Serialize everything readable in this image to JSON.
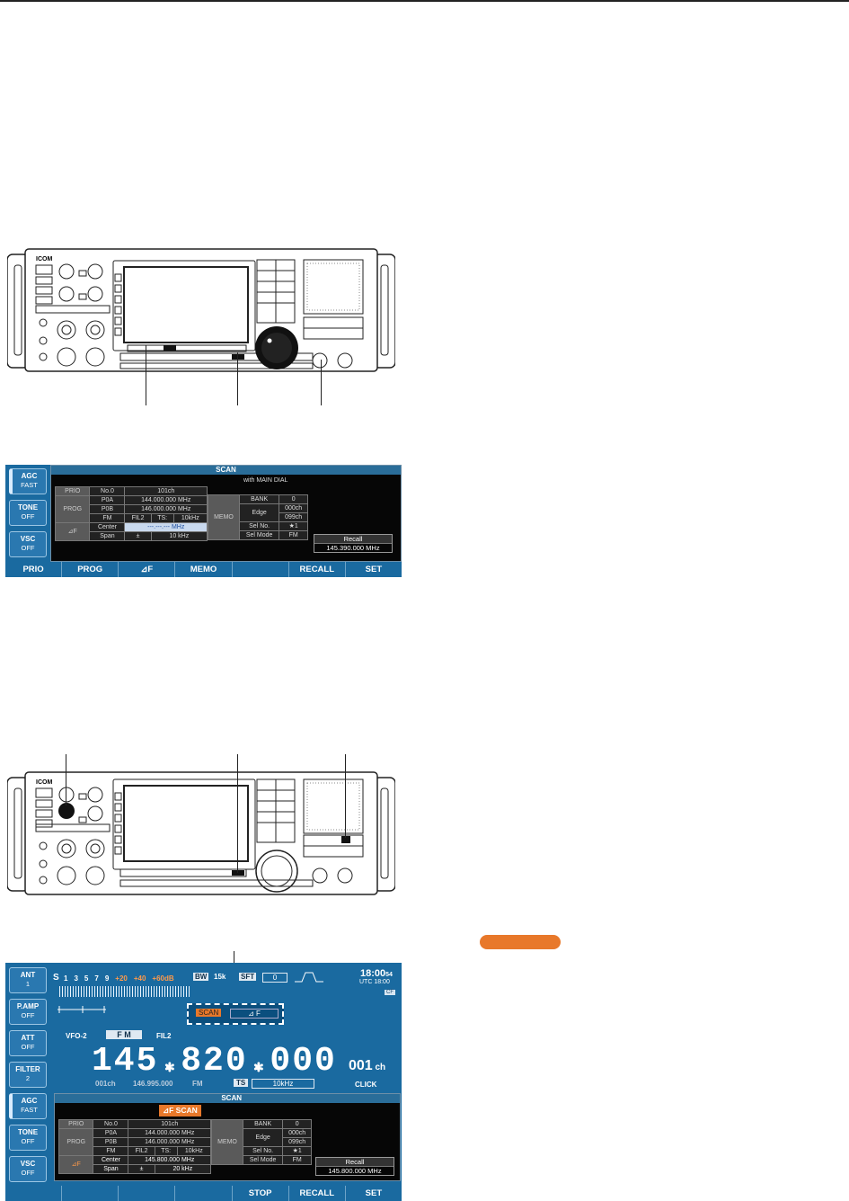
{
  "device": {
    "brand": "ICOM"
  },
  "screen1": {
    "side_buttons": [
      {
        "label": "AGC",
        "value": "FAST"
      },
      {
        "label": "TONE",
        "value": "OFF"
      },
      {
        "label": "VSC",
        "value": "OFF"
      }
    ],
    "title": "SCAN",
    "with_main_dial": "with MAIN DIAL",
    "prio": {
      "label": "PRIO",
      "no_label": "No.0",
      "ch": "101ch"
    },
    "prog": {
      "label": "PROG",
      "p0a_label": "P0A",
      "p0a": "144.000.000 MHz",
      "p0b_label": "P0B",
      "p0b": "146.000.000 MHz",
      "mode": "FM",
      "fil": "FIL2",
      "ts_label": "TS:",
      "ts": "10kHz"
    },
    "memo": {
      "label": "MEMO",
      "bank_label": "BANK",
      "bank": "0",
      "edge_label": "Edge",
      "edge1": "000ch",
      "edge2": "099ch",
      "sel_no_label": "Sel No.",
      "sel_no": "★1",
      "sel_mode_label": "Sel Mode",
      "sel_mode": "FM"
    },
    "df": {
      "label": "⊿F",
      "center_label": "Center",
      "center": "---.---.--- MHz",
      "span_label": "Span",
      "span_pm": "±",
      "span": "10 kHz"
    },
    "recall": {
      "label": "Recall",
      "freq": "145.390.000 MHz"
    },
    "fn_keys": [
      "PRIO",
      "PROG",
      "⊿F",
      "MEMO",
      "",
      "RECALL",
      "SET"
    ]
  },
  "screen2": {
    "side_buttons": [
      {
        "label": "ANT",
        "value": "1"
      },
      {
        "label": "P.AMP",
        "value": "OFF"
      },
      {
        "label": "ATT",
        "value": "OFF"
      },
      {
        "label": "FILTER",
        "value": "2"
      },
      {
        "label": "AGC",
        "value": "FAST"
      },
      {
        "label": "TONE",
        "value": "OFF"
      },
      {
        "label": "VSC",
        "value": "OFF"
      }
    ],
    "s_meter": {
      "label": "S",
      "ticks": [
        "1",
        "3",
        "5",
        "7",
        "9",
        "+20",
        "+40",
        "+60dB"
      ]
    },
    "bw_label": "BW",
    "bw_value": "15k",
    "sft_label": "SFT",
    "sft_value": "0",
    "clock": {
      "time": "18:00",
      "sec": "54",
      "utc": "UTC 18:00",
      "cf": "CF"
    },
    "scan_indicator": {
      "scan": "SCAN",
      "df": "⊿ F"
    },
    "vfo": "VFO-2",
    "mode": "F M",
    "fil": "FIL2",
    "freq": "145.820.000",
    "mem_ch_big": "001",
    "ch_unit": "ch",
    "mem_ch_small": "001ch",
    "sub_freq": "146.995.000",
    "sub_mode": "FM",
    "ts_label": "TS",
    "ts_value": "10kHz",
    "click": "CLICK",
    "title": "SCAN",
    "df_scan_badge": "⊿F SCAN",
    "prio": {
      "label": "PRIO",
      "no_label": "No.0",
      "ch": "101ch"
    },
    "prog": {
      "label": "PROG",
      "p0a_label": "P0A",
      "p0a": "144.000.000 MHz",
      "p0b_label": "P0B",
      "p0b": "146.000.000 MHz",
      "mode": "FM",
      "fil": "FIL2",
      "ts_label": "TS:",
      "ts": "10kHz"
    },
    "memo": {
      "label": "MEMO",
      "bank_label": "BANK",
      "bank": "0",
      "edge_label": "Edge",
      "edge1": "000ch",
      "edge2": "099ch",
      "sel_no_label": "Sel No.",
      "sel_no": "★1",
      "sel_mode_label": "Sel Mode",
      "sel_mode": "FM"
    },
    "df": {
      "label": "⊿F",
      "center_label": "Center",
      "center": "145.800.000 MHz",
      "span_label": "Span",
      "span_pm": "±",
      "span": "20 kHz"
    },
    "recall": {
      "label": "Recall",
      "freq": "145.800.000 MHz"
    },
    "fn_keys": [
      "",
      "",
      "",
      "",
      "STOP",
      "RECALL",
      "SET"
    ]
  }
}
